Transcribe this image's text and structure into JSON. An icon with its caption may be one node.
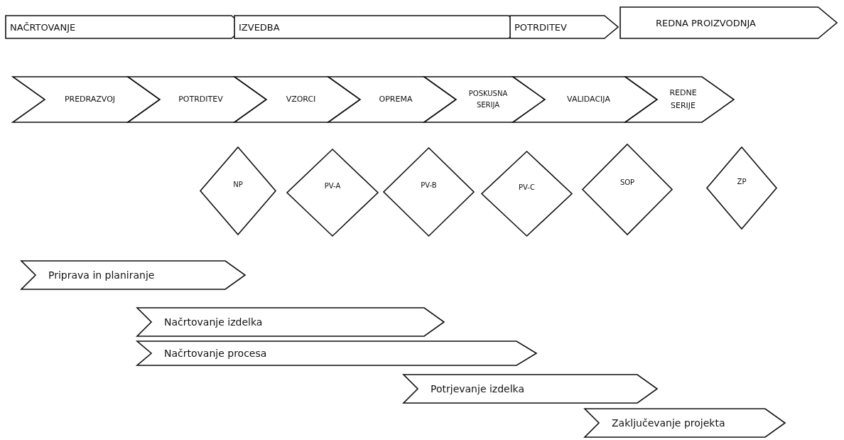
{
  "diagram": {
    "nodes": [
      {
        "text": [
          "NAČRTOVANJE"
        ]
      },
      {
        "text": [
          "IZVEDBA"
        ]
      },
      {
        "text": [
          "POTRDITEV"
        ]
      },
      {
        "text": [
          "REDNA PROIZVODNJA"
        ]
      },
      {
        "text": [
          "PREDRAZVOJ"
        ]
      },
      {
        "text": [
          "POTRDITEV"
        ]
      },
      {
        "text": [
          "VZORCI"
        ]
      },
      {
        "text": [
          "OPREMA"
        ]
      },
      {
        "text": [
          "POSKUSNA SERIJA"
        ]
      },
      {
        "text": [
          "VALIDACIJA"
        ]
      },
      {
        "text": [
          "REDNE SERIJE"
        ]
      },
      {
        "text": [
          "NP"
        ]
      },
      {
        "text": [
          "PV-A"
        ]
      },
      {
        "text": [
          "PV-B"
        ]
      },
      {
        "text": [
          "PV-C"
        ]
      },
      {
        "text": [
          "SOP"
        ]
      },
      {
        "text": [
          "ZP"
        ]
      },
      {
        "text": [
          "Priprava in planiranje"
        ]
      },
      {
        "text": [
          "Načrtovanje izdelka"
        ]
      },
      {
        "text": [
          "Načrtovanje procesa"
        ]
      },
      {
        "text": [
          "Potrjevanje izdelka"
        ]
      },
      {
        "text": [
          "Zaključevanje projekta"
        ]
      }
    ]
  }
}
